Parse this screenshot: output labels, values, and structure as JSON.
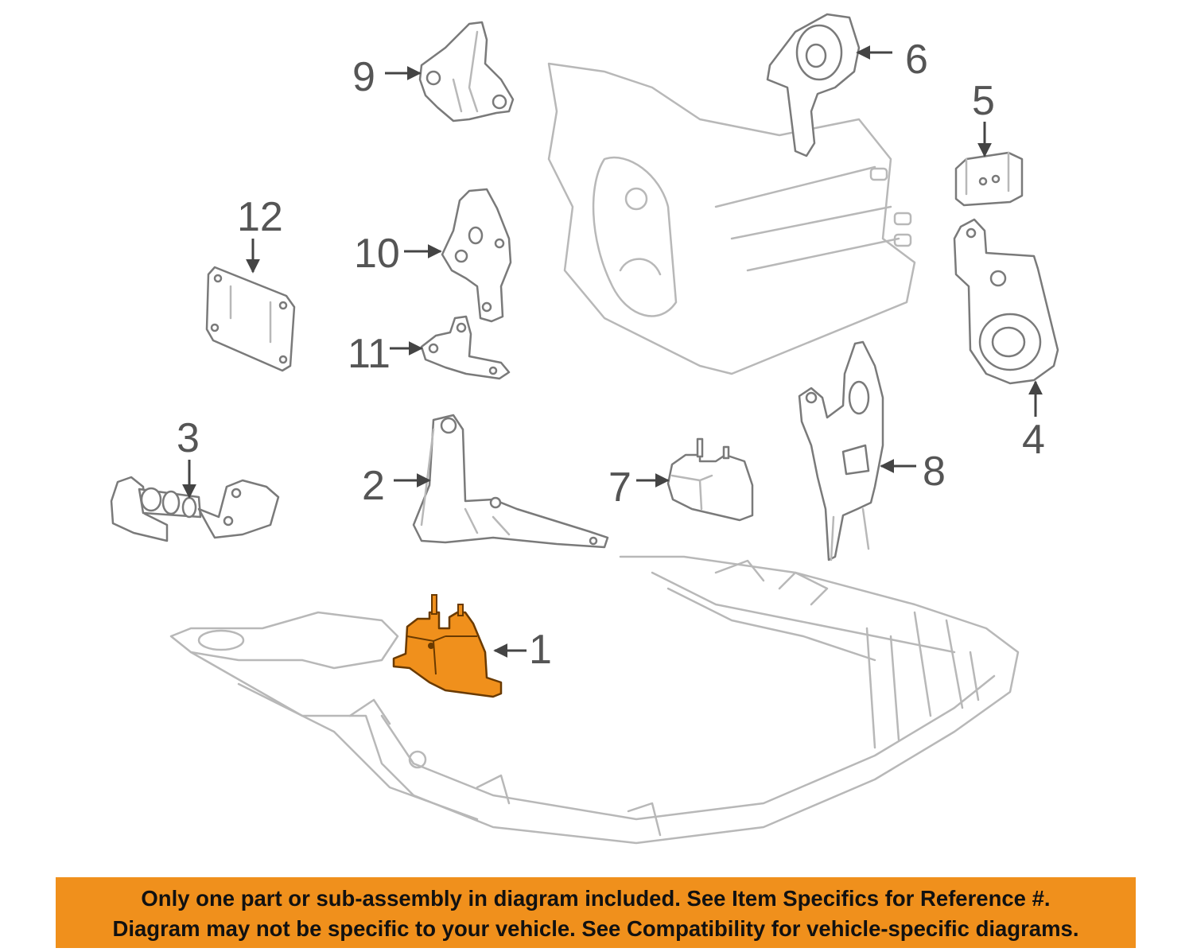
{
  "diagram": {
    "highlight_color": "#f0901c",
    "line_color": "#b8b8b8",
    "callouts": [
      {
        "id": "1",
        "label": "1"
      },
      {
        "id": "2",
        "label": "2"
      },
      {
        "id": "3",
        "label": "3"
      },
      {
        "id": "4",
        "label": "4"
      },
      {
        "id": "5",
        "label": "5"
      },
      {
        "id": "6",
        "label": "6"
      },
      {
        "id": "7",
        "label": "7"
      },
      {
        "id": "8",
        "label": "8"
      },
      {
        "id": "9",
        "label": "9"
      },
      {
        "id": "10",
        "label": "10"
      },
      {
        "id": "11",
        "label": "11"
      },
      {
        "id": "12",
        "label": "12"
      }
    ]
  },
  "notice": {
    "background_color": "#f0901c",
    "line1": "Only one part or sub-assembly in diagram included. See Item Specifics for Reference #.",
    "line2": "Diagram may not be specific to your vehicle. See Compatibility for vehicle-specific diagrams."
  }
}
